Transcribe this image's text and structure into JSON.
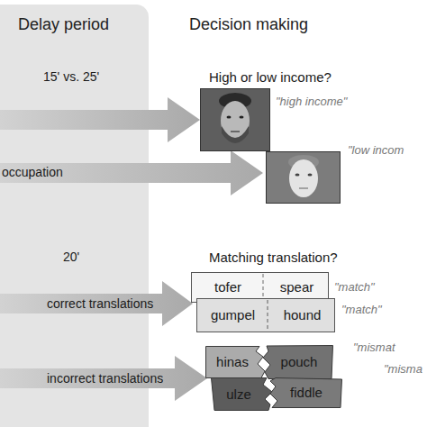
{
  "diagram": {
    "nodes": [
      {
        "text": [
          "Delay period"
        ]
      },
      {
        "text": [
          "\"high income\""
        ]
      },
      {
        "text": [
          "\"low incom"
        ]
      },
      {
        "text": [
          "tofer",
          "spear",
          "\"match\""
        ]
      },
      {
        "text": [
          "gumpel",
          "hound",
          "\"match\""
        ]
      },
      {
        "text": [
          "hinas"
        ]
      },
      {
        "text": [
          "pouch",
          "\"mismat"
        ]
      },
      {
        "text": [
          "ulze"
        ]
      },
      {
        "text": [
          "fiddle",
          "\"misma"
        ]
      }
    ],
    "labels": [
      "Decision making",
      "15' vs. 25'",
      "High or low income?",
      "occupation",
      "20'",
      "Matching translation?",
      "correct translations",
      "incorrect translations"
    ]
  }
}
